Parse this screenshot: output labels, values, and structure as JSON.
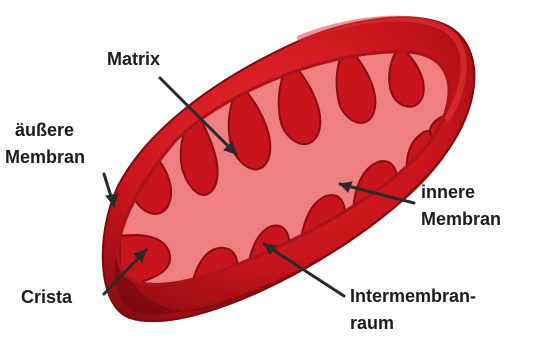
{
  "labels": {
    "matrix": "Matrix",
    "outer_membrane_1": "äußere",
    "outer_membrane_2": "Membran",
    "inner_membrane_1": "innere",
    "inner_membrane_2": "Membran",
    "crista": "Crista",
    "intermembrane_1": "Intermembran-",
    "intermembrane_2": "raum"
  },
  "colors": {
    "outer_membrane": "#c8141c",
    "outer_membrane_dark": "#7a0a0e",
    "inner_membrane": "#d41b22",
    "matrix": "#f08080",
    "pointer": "#2a2a2a"
  }
}
